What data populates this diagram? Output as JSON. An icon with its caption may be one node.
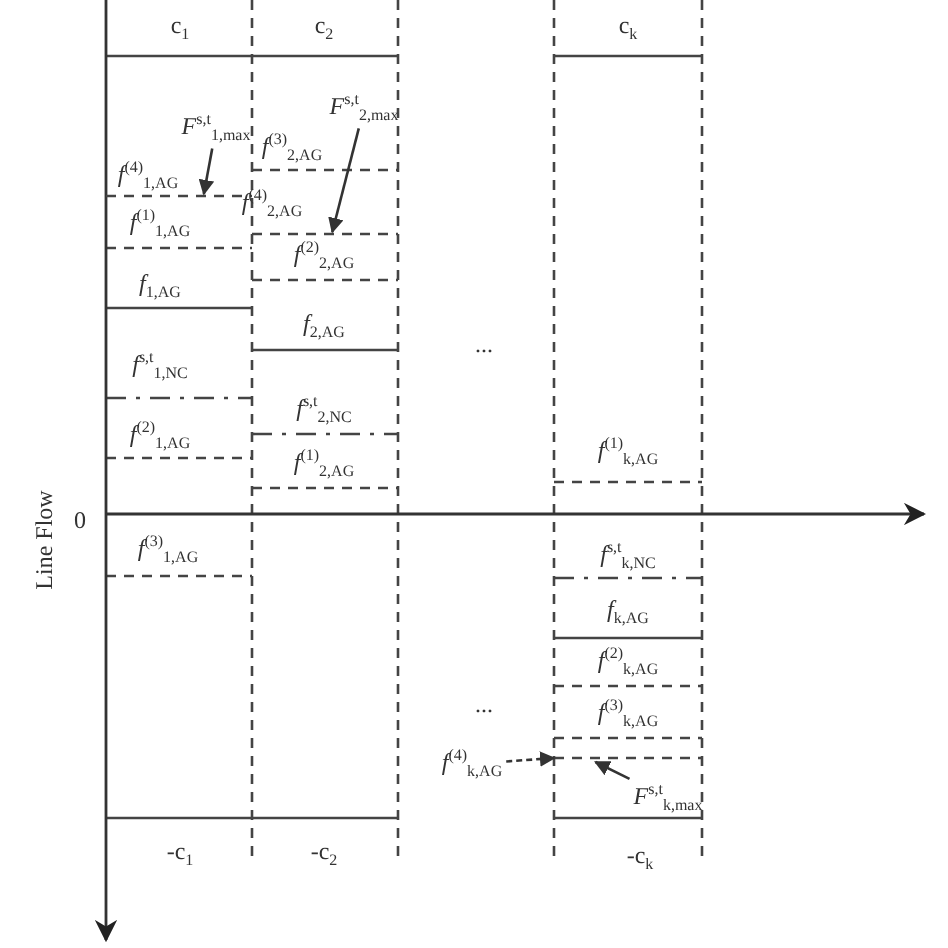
{
  "diagram": {
    "nodes": [
      {
        "text": [
          "*F*$^{s,t}$$_{1,max}$"
        ]
      },
      {
        "text": [
          "*F*$^{s,t}$$_{2,max}$"
        ]
      },
      {
        "text": [
          "*f*$^{(4)}$$_{k,AG}$"
        ]
      },
      {
        "text": [
          "*F*$^{s,t}$$_{k,max}$"
        ]
      },
      {
        "text": [],
        "shape": "line"
      },
      {
        "text": [],
        "shape": "line"
      },
      {
        "text": [],
        "shape": "line"
      }
    ],
    "edges": [
      {
        "from": 0,
        "to": 4,
        "arrow": "to"
      },
      {
        "from": 1,
        "to": 5,
        "arrow": "to"
      },
      {
        "from": 2,
        "to": 6,
        "arrow": "to",
        "style": "dashed"
      },
      {
        "from": 3,
        "to": 6,
        "arrow": "to"
      }
    ],
    "labels": [
      "c$_{1}$",
      "c$_{2}$",
      "c$_{k}$",
      "*f*$^{(4)}$$_{1,AG}$",
      "*f*$^{(3)}$$_{2,AG}$",
      "*f*$^{(4)}$$_{2,AG}$",
      "*f*$^{(1)}$$_{1,AG}$",
      "*f*$^{(2)}$$_{2,AG}$",
      "*f*$_{1,AG}$",
      "*f*$_{2,AG}$",
      "...",
      "*f*$^{s,t}$$_{1,NC}$",
      "*f*$^{s,t}$$_{2,NC}$",
      "*f*$^{(2)}$$_{1,AG}$",
      "*f*$^{(1)}$$_{2,AG}$",
      "*f*$^{(1)}$$_{k,AG}$",
      "Line Flow",
      "0",
      "*f*$^{(3)}$$_{1,AG}$",
      "*f*$^{s,t}$$_{k,NC}$",
      "*f*$_{k,AG}$",
      "*f*$^{(2)}$$_{k,AG}$",
      "...",
      "*f*$^{(3)}$$_{k,AG}$",
      "-c$_{1}$",
      "-c$_{2}$",
      "-c$_{k}$"
    ]
  }
}
